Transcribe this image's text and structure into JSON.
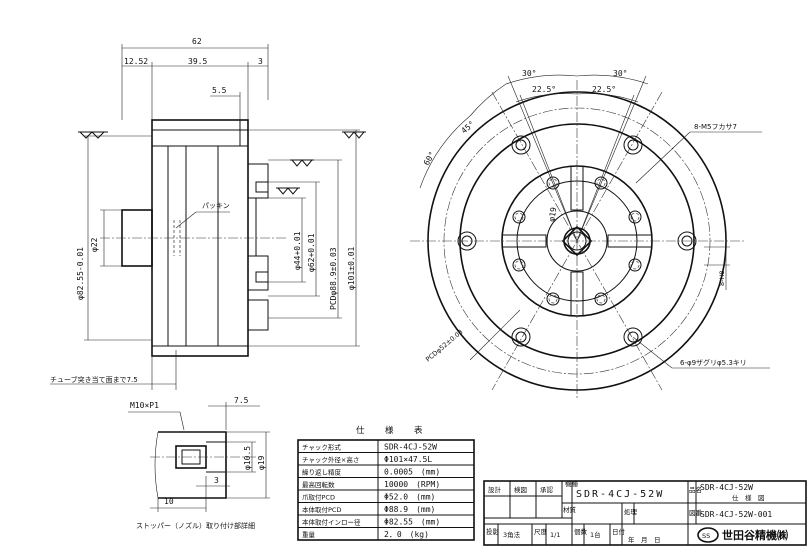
{
  "dims": {
    "overall": "62",
    "d1": "12.52",
    "d2": "39.5",
    "d3": "3",
    "d4": "5.5",
    "d82": "φ82.55-0.01",
    "d22": "φ22",
    "d44": "φ44+0.01",
    "d62": "φ62+0.01",
    "pcd889": "PCDφ88.9±0.03",
    "d101": "φ101±0.01",
    "tube_note": "チューブ突き当て面まで7.5",
    "packing": "パッキン",
    "m10": "M10×P1",
    "d75": "7.5",
    "d105": "φ10.5",
    "d19": "φ19",
    "d10": "10",
    "stopper_note": "ストッパー（ノズル）取り付け部詳細"
  },
  "front": {
    "a30l": "30°",
    "a30r": "30°",
    "a225l": "22.5°",
    "a225r": "22.5°",
    "a45": "45°",
    "a60": "60°",
    "m5": "8-M5フカサ7",
    "phi19": "φ19",
    "pcd52": "PCDφ52±0.03",
    "w8": "8-H8",
    "holes6": "6-φ9ザグリφ5.3キリ"
  },
  "spec": {
    "title": "仕　様　表",
    "rows": [
      {
        "label": "チャック形式",
        "value": "SDR-4CJ-52W"
      },
      {
        "label": "チャック外径×高さ",
        "value": "Φ101×47.5L"
      },
      {
        "label": "繰り返し精度",
        "value": "0.0005　(mm)"
      },
      {
        "label": "最高回転数",
        "value": "10000　(RPM)"
      },
      {
        "label": "爪取付PCD",
        "value": "Φ52.0　(mm)"
      },
      {
        "label": "本体取付PCD",
        "value": "Φ88.9　(mm)"
      },
      {
        "label": "本体取付インロー径",
        "value": "Φ82.55　(mm)"
      },
      {
        "label": "重量",
        "value": "2．0　(kg)"
      }
    ]
  },
  "titleblock": {
    "design": "設計",
    "check": "検図",
    "approve": "承認",
    "drawing_label": "機種",
    "drawing_no": "SDR-4CJ-52W",
    "material_label": "材質",
    "treat_label": "処理",
    "name_label": "品名",
    "name_value": "SDR-4CJ-52W",
    "name_sub": "仕　様　図",
    "scale_label": "投影",
    "scale_value": "3角法",
    "ratio_label": "尺度",
    "ratio_value": "1/1",
    "qty_label": "個数",
    "qty_value": "1台",
    "date_label": "日付",
    "date_value": "年　月　日",
    "dwg_label": "図番",
    "dwg_value": "SDR-4CJ-52W-001",
    "company": "世田谷精機㈱"
  }
}
